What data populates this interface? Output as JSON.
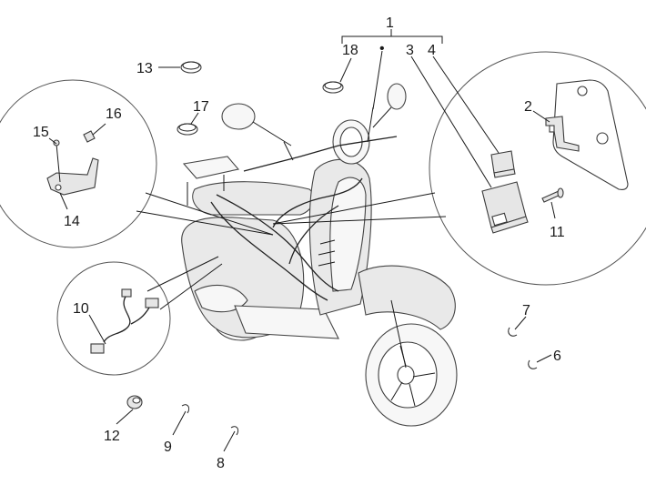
{
  "labels": {
    "l1": "1",
    "l2": "2",
    "l3": "3",
    "l4": "4",
    "l6": "6",
    "l7": "7",
    "l8": "8",
    "l9": "9",
    "l10": "10",
    "l11": "11",
    "l12": "12",
    "l13": "13",
    "l14": "14",
    "l15": "15",
    "l16": "16",
    "l17": "17",
    "l18": "18",
    "dot": "•"
  }
}
